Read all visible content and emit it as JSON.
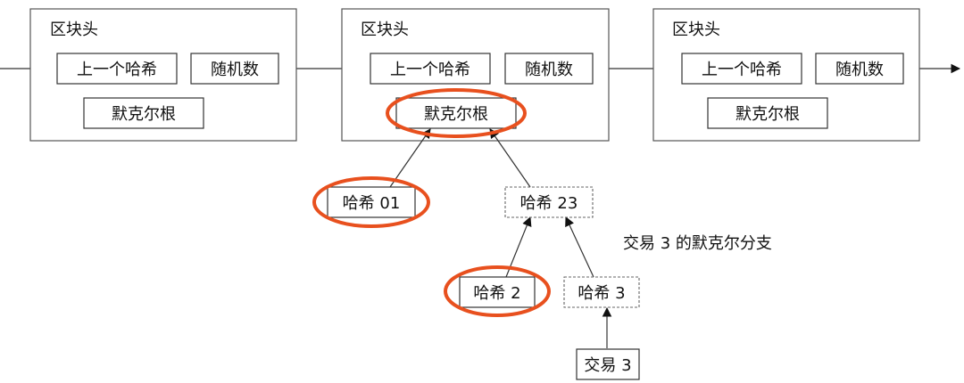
{
  "blocks": [
    {
      "header": "区块头",
      "prev_hash": "上一个哈希",
      "nonce": "随机数",
      "merkle_root": "默克尔根"
    },
    {
      "header": "区块头",
      "prev_hash": "上一个哈希",
      "nonce": "随机数",
      "merkle_root": "默克尔根"
    },
    {
      "header": "区块头",
      "prev_hash": "上一个哈希",
      "nonce": "随机数",
      "merkle_root": "默克尔根"
    }
  ],
  "tree": {
    "hash01": "哈希 01",
    "hash23": "哈希 23",
    "hash2": "哈希 2",
    "hash3": "哈希 3",
    "tx3": "交易 3"
  },
  "caption": "交易 3 的默克尔分支",
  "colors": {
    "highlight": "#e8501e",
    "line": "#333333"
  }
}
